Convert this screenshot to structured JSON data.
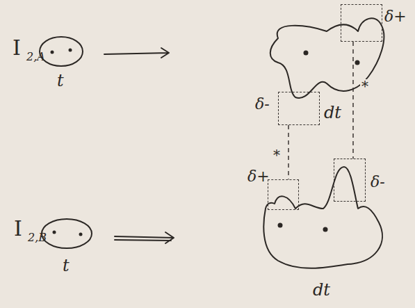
{
  "diagram": {
    "nodes": [
      {
        "text": [
          "δ+"
        ]
      },
      {
        "text": [
          "δ-"
        ]
      },
      {
        "text": [
          "δ+"
        ]
      },
      {
        "text": [
          "δ-"
        ]
      }
    ],
    "edges": [
      {
        "from": 1,
        "to": 2,
        "label": "*",
        "arrow": "none"
      },
      {
        "from": 0,
        "to": 3,
        "label": "*",
        "arrow": "none"
      }
    ],
    "labels": [
      "I",
      "2,A",
      "t",
      "dt",
      "I",
      "2,B",
      "t",
      "dt"
    ]
  }
}
